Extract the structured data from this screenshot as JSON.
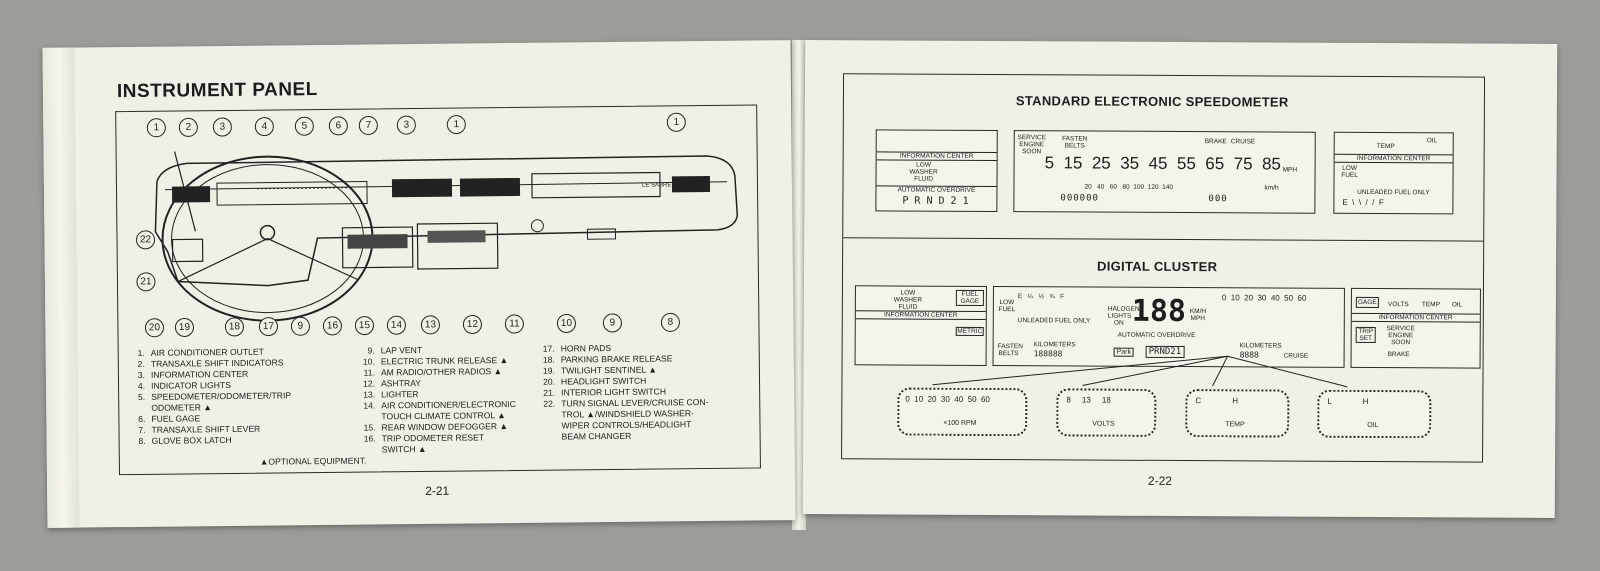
{
  "left_page": {
    "title": "INSTRUMENT PANEL",
    "callouts_top": [
      "1",
      "2",
      "3",
      "4",
      "5",
      "6",
      "7",
      "3",
      "1",
      "1"
    ],
    "callouts_left": [
      "22",
      "21"
    ],
    "callouts_bottom": [
      "20",
      "19",
      "18",
      "17",
      "9",
      "16",
      "15",
      "14",
      "13",
      "12",
      "11",
      "10",
      "9",
      "8"
    ],
    "legend_col1": [
      {
        "n": "1.",
        "t": "AIR CONDITIONER OUTLET"
      },
      {
        "n": "2.",
        "t": "TRANSAXLE SHIFT INDICATORS"
      },
      {
        "n": "3.",
        "t": "INFORMATION CENTER"
      },
      {
        "n": "4.",
        "t": "INDICATOR LIGHTS"
      },
      {
        "n": "5.",
        "t": "SPEEDOMETER/ODOMETER/TRIP"
      },
      {
        "n": "",
        "t": "ODOMETER ▲"
      },
      {
        "n": "6.",
        "t": "FUEL GAGE"
      },
      {
        "n": "7.",
        "t": "TRANSAXLE SHIFT LEVER"
      },
      {
        "n": "8.",
        "t": "GLOVE BOX LATCH"
      }
    ],
    "legend_col2": [
      {
        "n": "9.",
        "t": "LAP VENT"
      },
      {
        "n": "10.",
        "t": "ELECTRIC TRUNK RELEASE ▲"
      },
      {
        "n": "11.",
        "t": "AM RADIO/OTHER RADIOS ▲"
      },
      {
        "n": "12.",
        "t": "ASHTRAY"
      },
      {
        "n": "13.",
        "t": "LIGHTER"
      },
      {
        "n": "14.",
        "t": "AIR CONDITIONER/ELECTRONIC"
      },
      {
        "n": "",
        "t": "TOUCH CLIMATE CONTROL ▲"
      },
      {
        "n": "15.",
        "t": "REAR WINDOW DEFOGGER ▲"
      },
      {
        "n": "16.",
        "t": "TRIP ODOMETER RESET"
      },
      {
        "n": "",
        "t": "SWITCH ▲"
      }
    ],
    "legend_col3": [
      {
        "n": "17.",
        "t": "HORN PADS"
      },
      {
        "n": "18.",
        "t": "PARKING BRAKE RELEASE"
      },
      {
        "n": "19.",
        "t": "TWILIGHT SENTINEL ▲"
      },
      {
        "n": "20.",
        "t": "HEADLIGHT SWITCH"
      },
      {
        "n": "21.",
        "t": "INTERIOR LIGHT SWITCH"
      },
      {
        "n": "22.",
        "t": "TURN SIGNAL LEVER/CRUISE CON-"
      },
      {
        "n": "",
        "t": "TROL ▲/WINDSHIELD WASHER-"
      },
      {
        "n": "",
        "t": "WIPER CONTROLS/HEADLIGHT"
      },
      {
        "n": "",
        "t": "BEAM CHANGER"
      }
    ],
    "optional_note": "▲OPTIONAL EQUIPMENT.",
    "dash_badge": "LE SABRE",
    "page_number": "2-21"
  },
  "right_page": {
    "section1_title": "STANDARD ELECTRONIC SPEEDOMETER",
    "section2_title": "DIGITAL CLUSTER",
    "page_number": "2-22",
    "speedo": {
      "info_center": "INFORMATION CENTER",
      "low_washer_fluid": "LOW WASHER FLUID",
      "automatic_overdrive": "AUTOMATIC OVERDRIVE",
      "prndl": "P  R N D 2 1",
      "service_engine_soon": "SERVICE ENGINE SOON",
      "fasten_belts": "FASTEN BELTS",
      "brake": "BRAKE",
      "cruise": "CRUISE",
      "mph_scale": "5  15  25  35  45  55  65  75  85",
      "mph": "MPH",
      "kmh_scale": "20   40   60   80  100  120  140",
      "kmh": "km/h",
      "odometer": "000000",
      "trip": "000",
      "temp": "TEMP",
      "oil": "OIL",
      "low_fuel": "LOW FUEL",
      "unleaded_fuel_only": "UNLEADED FUEL ONLY",
      "fuel_scale": "E  \\  \\  /  /  F"
    },
    "digital": {
      "low_washer_fluid": "LOW WASHER FLUID",
      "fuel_gage": "FUEL GAGE",
      "info_center": "INFORMATION CENTER",
      "metric": "METRIC",
      "low_fuel": "LOW FUEL",
      "fuel_scale": "E   ¼   ½   ¾   F",
      "unleaded": "UNLEADED FUEL ONLY",
      "halogen": "HALOGEN LIGHTS ON",
      "speed": "188",
      "mph": "KM/H MPH",
      "automatic_overdrive": "AUTOMATIC OVERDRIVE",
      "fasten_belts": "FASTEN BELTS",
      "kilometers": "KILOMETERS",
      "odo": "188888",
      "park": "Park",
      "prndl": "PRND21",
      "trip": "8888",
      "cruise": "CRUISE",
      "rpm_scale": "0  10  20  30  40  50  60",
      "gage": "GAGE",
      "volts": "VOLTS",
      "temp": "TEMP",
      "oil": "OIL",
      "trip_set": "TRIP SET",
      "service_engine_soon": "SERVICE ENGINE SOON",
      "brake": "BRAKE",
      "gauge_rpm_label": "×100 RPM",
      "gauge_rpm_scale": "0  10  20  30  40  50  60",
      "gauge_volts_label": "VOLTS",
      "gauge_volts_scale": "8     13     18",
      "gauge_temp_label": "TEMP",
      "gauge_temp_scale": "C              H",
      "gauge_oil_label": "OIL",
      "gauge_oil_scale": "L              H"
    }
  }
}
